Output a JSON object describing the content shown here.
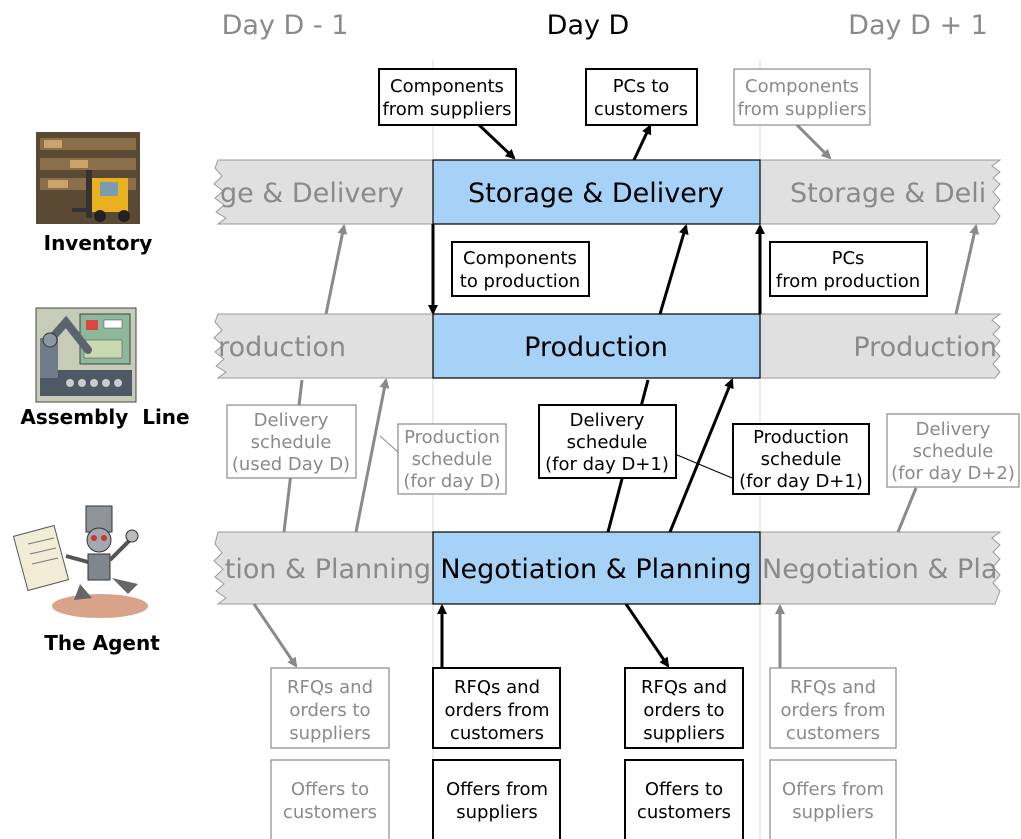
{
  "days": {
    "prev": "Day D - 1",
    "current": "Day D",
    "next": "Day D + 1"
  },
  "actors": {
    "inventory": "Inventory",
    "assembly": "Assembly  Line",
    "agent": "The Agent"
  },
  "bands": {
    "storage": {
      "left": "ge & Delivery",
      "center": "Storage & Delivery",
      "right": "Storage & Deli"
    },
    "production": {
      "left": "roduction",
      "center": "Production",
      "right": "Production"
    },
    "negotiation": {
      "left": "tion & Planning",
      "center": "Negotiation & Planning",
      "right": "Negotiation & Pla"
    }
  },
  "boxes": {
    "comp_suppliers_center": [
      "Components",
      "from suppliers"
    ],
    "pcs_customers": [
      "PCs to",
      "customers"
    ],
    "comp_suppliers_right": [
      "Components",
      "from suppliers"
    ],
    "comp_production": [
      "Components",
      "to production"
    ],
    "pcs_from_production": [
      "PCs",
      "from production"
    ],
    "delivery_used": [
      "Delivery",
      "schedule",
      "(used Day D)"
    ],
    "prod_sched_d": [
      "Production",
      "schedule",
      "(for day D)"
    ],
    "delivery_d1": [
      "Delivery",
      "schedule",
      "(for day D+1)"
    ],
    "prod_sched_d1": [
      "Production",
      "schedule",
      "(for day D+1)"
    ],
    "delivery_d2": [
      "Delivery",
      "schedule",
      "(for day D+2)"
    ],
    "rfq_to_suppliers_left": [
      "RFQs and",
      "orders to",
      "suppliers"
    ],
    "rfq_from_customers_center": [
      "RFQs and",
      "orders from",
      "customers"
    ],
    "rfq_to_suppliers_center": [
      "RFQs and",
      "orders to",
      "suppliers"
    ],
    "rfq_from_customers_right": [
      "RFQs and",
      "orders from",
      "customers"
    ],
    "offers_customers_left": [
      "Offers to",
      "customers"
    ],
    "offers_suppliers_center": [
      "Offers from",
      "suppliers"
    ],
    "offers_customers_center": [
      "Offers to",
      "customers"
    ],
    "offers_suppliers_right": [
      "Offers from",
      "suppliers"
    ]
  },
  "colors": {
    "band_fill": "#e0e0e0",
    "band_center_fill": "#a6d2f7",
    "gray_text": "#8a8a8a",
    "black": "#000000"
  },
  "icons": [
    "forklift-icon",
    "robot-arm-icon",
    "agent-robot-icon"
  ]
}
